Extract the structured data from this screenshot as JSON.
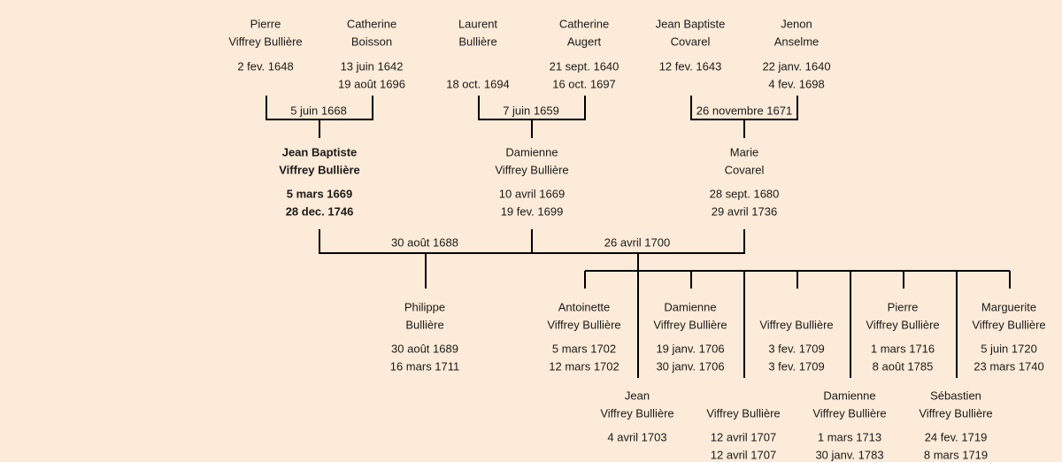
{
  "people": [
    {
      "id": "pierre-vb",
      "first": "Pierre",
      "last": "Viffrey Bullière",
      "d1": "2 fev. 1648",
      "d2": ""
    },
    {
      "id": "catherine-boisson",
      "first": "Catherine",
      "last": "Boisson",
      "d1": "13 juin 1642",
      "d2": "19 août 1696"
    },
    {
      "id": "laurent-bulliere",
      "first": "Laurent",
      "last": "Bullière",
      "d1": "",
      "d2": "18 oct. 1694"
    },
    {
      "id": "catherine-augert",
      "first": "Catherine",
      "last": "Augert",
      "d1": "21 sept. 1640",
      "d2": "16 oct. 1697"
    },
    {
      "id": "jean-baptiste-covarel",
      "first": "Jean Baptiste",
      "last": "Covarel",
      "d1": "12 fev. 1643",
      "d2": ""
    },
    {
      "id": "jenon-anselme",
      "first": "Jenon",
      "last": "Anselme",
      "d1": "22 janv. 1640",
      "d2": "4 fev. 1698"
    },
    {
      "id": "jean-baptiste-vb",
      "first": "Jean Baptiste",
      "last": "Viffrey Bullière",
      "d1": "5 mars 1669",
      "d2": "28 dec. 1746",
      "focus": true
    },
    {
      "id": "damienne-vb",
      "first": "Damienne",
      "last": "Viffrey Bullière",
      "d1": "10 avril 1669",
      "d2": "19 fev. 1699"
    },
    {
      "id": "marie-covarel",
      "first": "Marie",
      "last": "Covarel",
      "d1": "28 sept. 1680",
      "d2": "29 avril 1736"
    },
    {
      "id": "philippe-bulliere",
      "first": "Philippe",
      "last": "Bullière",
      "d1": "30 août 1689",
      "d2": "16 mars 1711"
    },
    {
      "id": "antoinette-vb",
      "first": "Antoinette",
      "last": "Viffrey Bullière",
      "d1": "5 mars 1702",
      "d2": "12 mars 1702"
    },
    {
      "id": "damienne-vb-1706",
      "first": "Damienne",
      "last": "Viffrey Bullière",
      "d1": "19 janv. 1706",
      "d2": "30 janv. 1706"
    },
    {
      "id": "vb-1709",
      "first": "",
      "last": "Viffrey Bullière",
      "d1": "3 fev. 1709",
      "d2": "3 fev. 1709"
    },
    {
      "id": "pierre-vb-1716",
      "first": "Pierre",
      "last": "Viffrey Bullière",
      "d1": "1 mars 1716",
      "d2": "8 août 1785"
    },
    {
      "id": "marguerite-vb",
      "first": "Marguerite",
      "last": "Viffrey Bullière",
      "d1": "5 juin 1720",
      "d2": "23 mars 1740"
    },
    {
      "id": "jean-vb",
      "first": "Jean",
      "last": "Viffrey Bullière",
      "d1": "4 avril 1703",
      "d2": ""
    },
    {
      "id": "vb-1707",
      "first": "",
      "last": "Viffrey Bullière",
      "d1": "12 avril 1707",
      "d2": "12 avril 1707"
    },
    {
      "id": "damienne-vb-1713",
      "first": "Damienne",
      "last": "Viffrey Bullière",
      "d1": "1 mars 1713",
      "d2": "30 janv. 1783"
    },
    {
      "id": "sebastien-vb",
      "first": "Sébastien",
      "last": "Viffrey Bullière",
      "d1": "24 fev. 1719",
      "d2": "8 mars 1719"
    }
  ],
  "marriages": [
    "5 juin 1668",
    "7 juin 1659",
    "26 novembre 1671",
    "30 août 1688",
    "26 avril 1700"
  ],
  "colors": {
    "background": "#fcebd8",
    "line": "#000000",
    "text": "#1a1a1a"
  }
}
